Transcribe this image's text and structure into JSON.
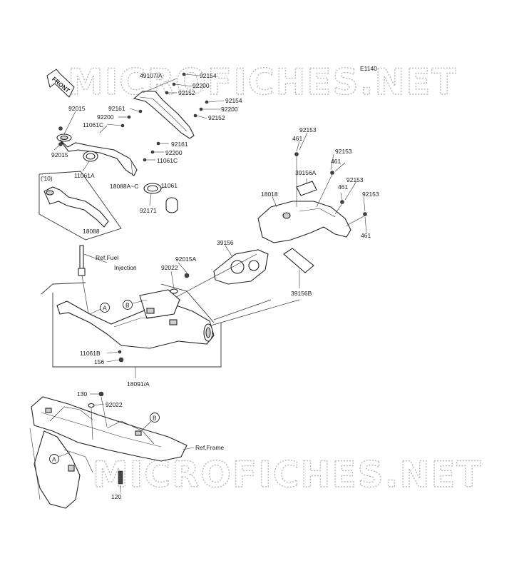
{
  "diagram": {
    "code": "E1140",
    "watermark": "MICROFICHES.NET",
    "front_label": "FRONT",
    "year_note": "('10)",
    "callouts": {
      "a": "A",
      "b": "B"
    },
    "labels": {
      "p49107a": "49107/A",
      "p92154_1": "92154",
      "p92200_1": "92200",
      "p92152_1": "92152",
      "p92154_2": "92154",
      "p92200_2": "92200",
      "p92152_2": "92152",
      "p92015_1": "92015",
      "p92161_1": "92161",
      "p92200_3": "92200",
      "p11061c_1": "11061C",
      "p92015_2": "92015",
      "p11061a": "11061A",
      "p92161_2": "92161",
      "p92200_4": "92200",
      "p11061c_2": "11061C",
      "p18088ac": "18088A~C",
      "p11061": "11061",
      "p92171": "92171",
      "p18088": "18088",
      "p92153_1": "92153",
      "p461_1": "461",
      "p92153_2": "92153",
      "p461_2": "461",
      "p39156a": "39156A",
      "p92153_3": "92153",
      "p461_3": "461",
      "p92153_4": "92153",
      "p18018": "18018",
      "p461_4": "461",
      "p39156": "39156",
      "ref_fuel_1": "Ref.Fuel",
      "ref_fuel_2": "Injection",
      "p92015a": "92015A",
      "p92022_1": "92022",
      "p39156b": "39156B",
      "p11061b": "11061B",
      "p156": "156",
      "p18091a": "18091/A",
      "p130": "130",
      "p92022_2": "92022",
      "ref_frame": "Ref.Frame",
      "p120": "120"
    }
  }
}
